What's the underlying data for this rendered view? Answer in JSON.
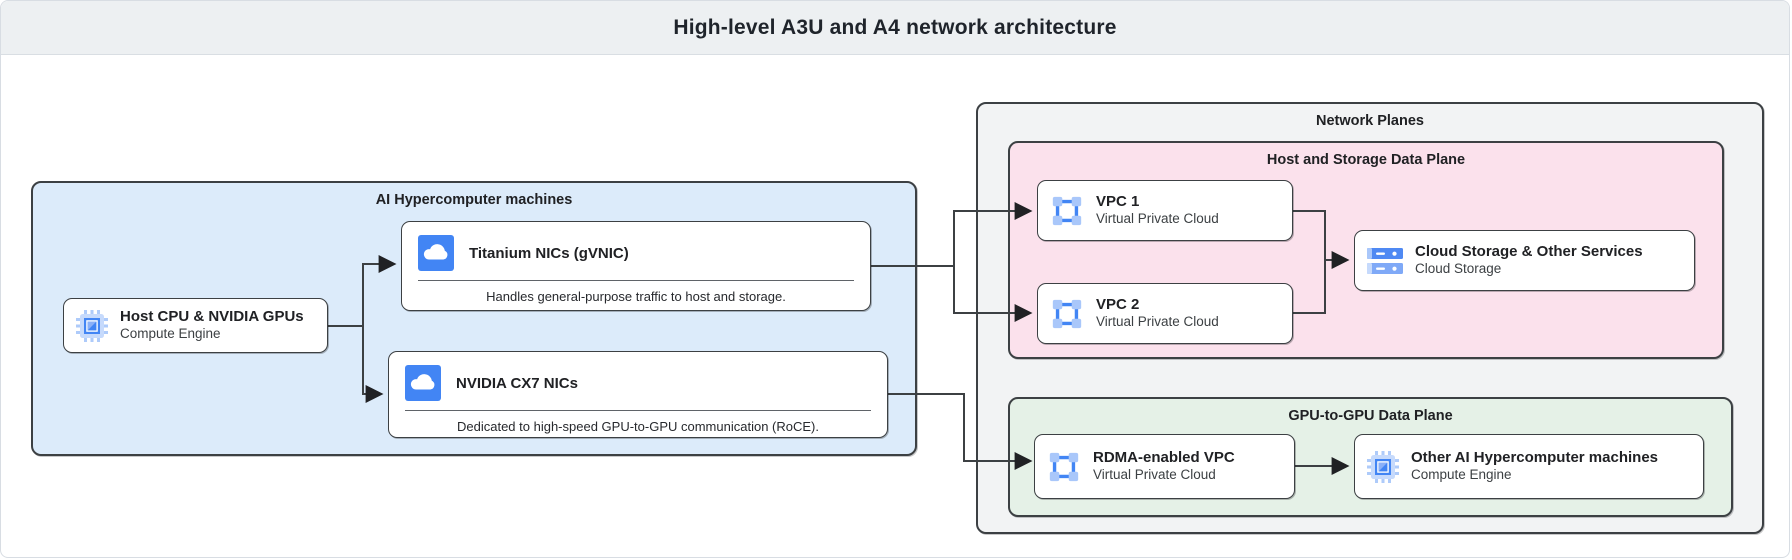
{
  "header": {
    "title": "High-level A3U and A4 network architecture"
  },
  "containers": {
    "machines": {
      "label": "AI Hypercomputer machines"
    },
    "network_planes": {
      "label": "Network Planes"
    },
    "host_storage_plane": {
      "label": "Host and Storage Data Plane"
    },
    "gpu_plane": {
      "label": "GPU-to-GPU Data Plane"
    }
  },
  "nodes": {
    "host": {
      "title": "Host CPU & NVIDIA GPUs",
      "subtitle": "Compute Engine",
      "icon": "chip-icon"
    },
    "titanium": {
      "title": "Titanium NICs (gVNIC)",
      "description": "Handles general-purpose traffic to host and storage.",
      "icon": "cloud-icon"
    },
    "cx7": {
      "title": "NVIDIA CX7 NICs",
      "description": "Dedicated to high-speed GPU-to-GPU communication (RoCE).",
      "icon": "cloud-icon"
    },
    "vpc1": {
      "title": "VPC 1",
      "subtitle": "Virtual Private Cloud",
      "icon": "vpc-icon"
    },
    "vpc2": {
      "title": "VPC 2",
      "subtitle": "Virtual Private Cloud",
      "icon": "vpc-icon"
    },
    "storage": {
      "title": "Cloud Storage & Other Services",
      "subtitle": "Cloud Storage",
      "icon": "storage-icon"
    },
    "rdma": {
      "title": "RDMA-enabled VPC",
      "subtitle": "Virtual Private Cloud",
      "icon": "vpc-icon"
    },
    "other": {
      "title": "Other AI Hypercomputer machines",
      "subtitle": "Compute Engine",
      "icon": "chip-icon"
    }
  },
  "colors": {
    "accent_blue": "#4285f4",
    "light_icon_blue": "#aecbfa",
    "machines_fill": "#dcebfa",
    "planes_fill": "#f2f3f4",
    "host_storage_fill": "#fbe1ec",
    "gpu_plane_fill": "#e5f1e7",
    "header_fill": "#edf0f2",
    "border_dark": "#3c4043"
  }
}
